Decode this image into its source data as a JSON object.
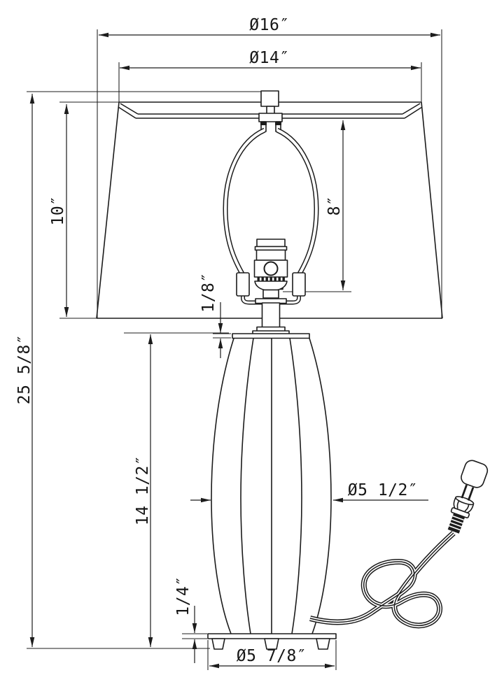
{
  "page": {
    "background": "#ffffff",
    "ink": "#1c1c1c"
  },
  "drawing": {
    "title": "Table lamp dimensioned line drawing",
    "figure_elements": [
      "lamp-shade",
      "finial",
      "harp",
      "light-socket",
      "neck",
      "fluted-body",
      "base-plate",
      "feet",
      "power-cord",
      "plug"
    ]
  },
  "dimensions": {
    "shade_bottom_diameter": "Ø16″",
    "shade_top_diameter": "Ø14″",
    "shade_height": "10″",
    "overall_height": "25 5/8″",
    "harp_height": "8″",
    "neck_plate_thickness": "1/8″",
    "body_height": "14 1/2″",
    "body_diameter": "Ø5 1/2″",
    "base_thickness": "1/4″",
    "base_diameter": "Ø5 7/8″"
  }
}
